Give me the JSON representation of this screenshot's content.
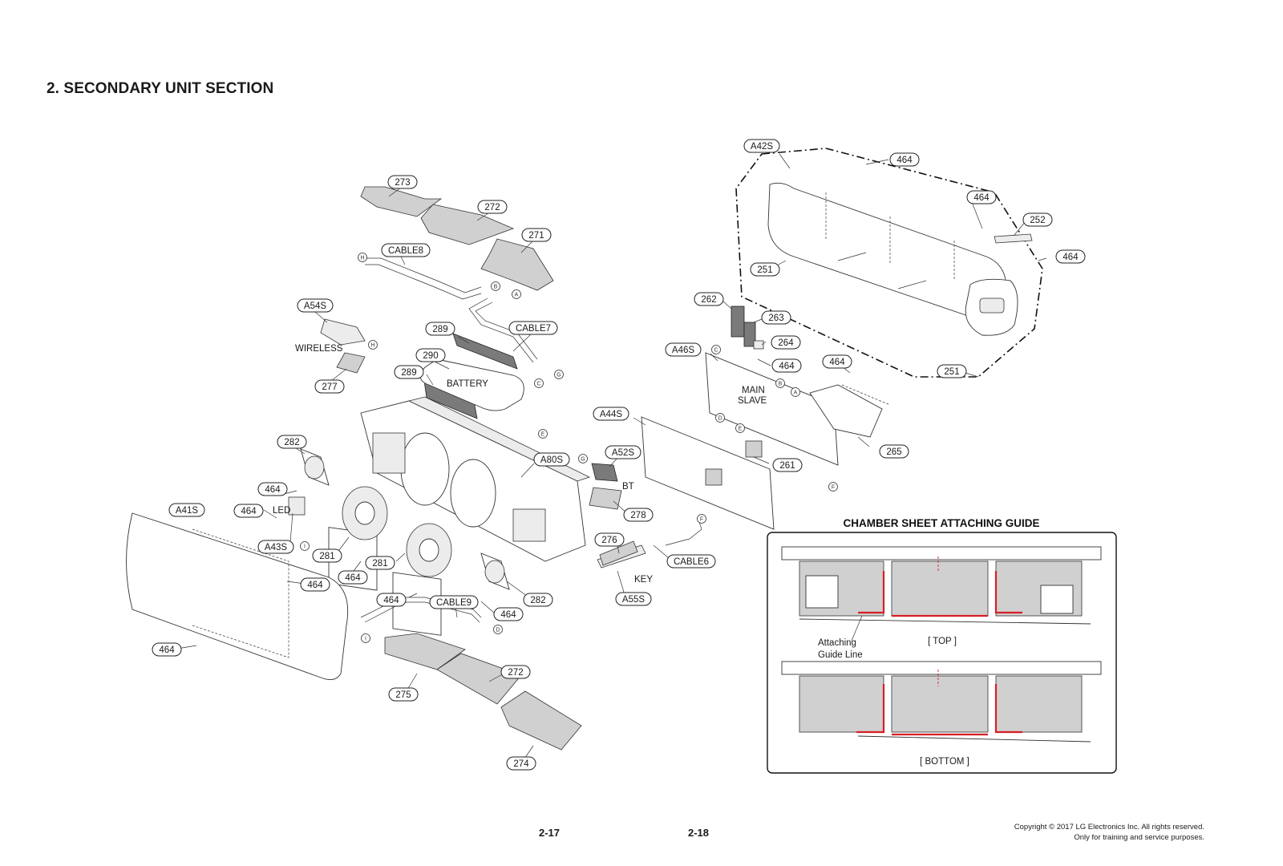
{
  "page": {
    "section_title": "2. SECONDARY UNIT SECTION",
    "page_left": "2-17",
    "page_right": "2-18",
    "copyright_line1": "Copyright © 2017 LG Electronics Inc. All rights reserved.",
    "copyright_line2": "Only for training and service purposes."
  },
  "callouts": {
    "c273": "273",
    "c272a": "272",
    "c271": "271",
    "cCABLE8": "CABLE8",
    "cA54S": "A54S",
    "c289a": "289",
    "cCABLE7": "CABLE7",
    "c290": "290",
    "c289b": "289",
    "c277": "277",
    "c282a": "282",
    "c464a": "464",
    "cA41S": "A41S",
    "c464b": "464",
    "cA43S": "A43S",
    "c281a": "281",
    "c464c": "464",
    "c281b": "281",
    "c464d": "464",
    "c464e": "464",
    "cCABLE9": "CABLE9",
    "c282b": "282",
    "c464f": "464",
    "c464g": "464",
    "c272b": "272",
    "c275": "275",
    "c274": "274",
    "cA80S": "A80S",
    "cA52S": "A52S",
    "c278": "278",
    "c276": "276",
    "cCABLE6": "CABLE6",
    "cA55S": "A55S",
    "cA44S": "A44S",
    "cA46S": "A46S",
    "c262": "262",
    "c263": "263",
    "c264": "264",
    "c464h": "464",
    "c464i": "464",
    "c261": "261",
    "c265": "265",
    "cA42S": "A42S",
    "c464j": "464",
    "c464k": "464",
    "c252": "252",
    "c464l": "464",
    "c251a": "251",
    "c251b": "251"
  },
  "labels": {
    "wireless": "WIRELESS",
    "battery": "BATTERY",
    "led": "LED",
    "bt": "BT",
    "key": "KEY",
    "main": "MAIN",
    "slave": "SLAVE"
  },
  "connectors": {
    "H1": "H",
    "H2": "H",
    "B1": "B",
    "A1": "A",
    "C1": "C",
    "G1": "G",
    "E1": "E",
    "I1": "I",
    "I2": "I",
    "D1": "D",
    "G2": "G",
    "F1": "F",
    "C2": "C",
    "B2": "B",
    "A2": "A",
    "D2": "D",
    "E2": "E",
    "F2": "F"
  },
  "guide": {
    "title": "CHAMBER SHEET ATTACHING GUIDE",
    "attaching_line1": "Attaching",
    "attaching_line2": "Guide Line",
    "top_label": "[ TOP ]",
    "bottom_label": "[ BOTTOM ]",
    "guide_line_color": "#d61f26"
  }
}
